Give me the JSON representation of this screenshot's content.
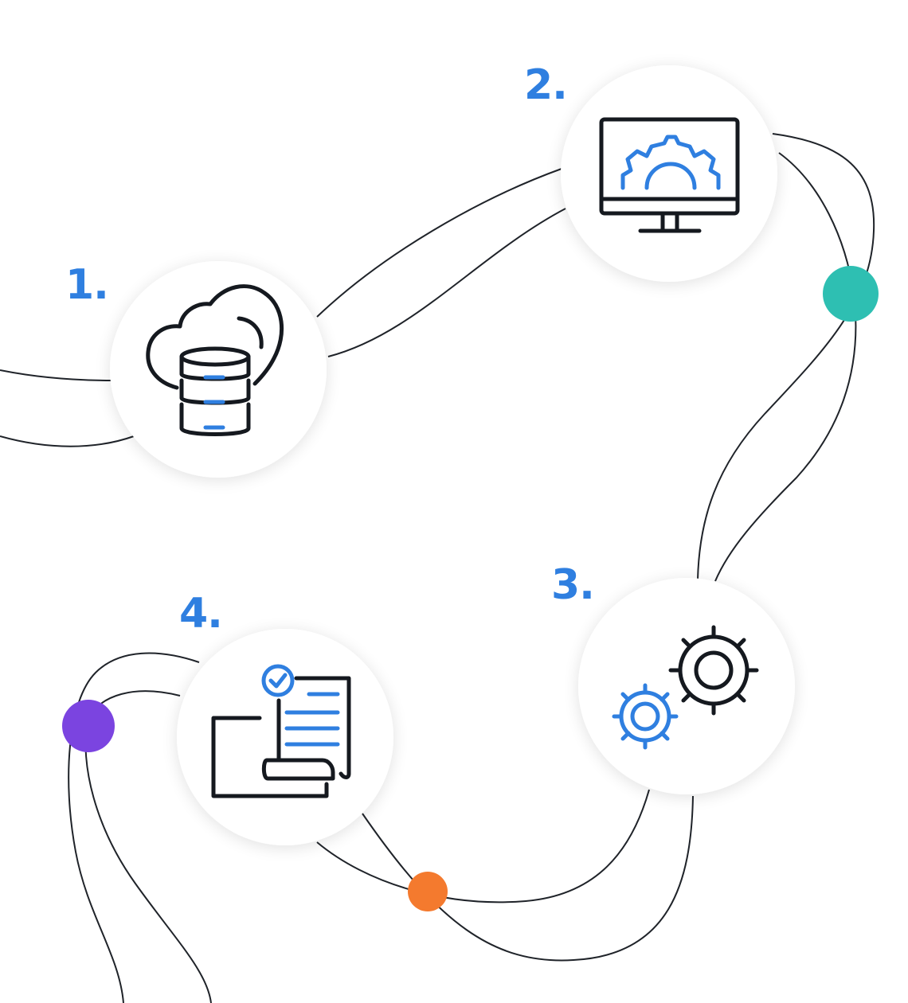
{
  "steps": [
    {
      "number": "1.",
      "icon": "cloud-database-icon"
    },
    {
      "number": "2.",
      "icon": "monitor-gear-icon"
    },
    {
      "number": "3.",
      "icon": "gears-icon"
    },
    {
      "number": "4.",
      "icon": "folder-document-check-icon"
    }
  ],
  "colors": {
    "accent_blue": "#2f7fe0",
    "icon_dark": "#15191f",
    "line": "#1f2329",
    "dot_teal": "#2ebfb2",
    "dot_purple": "#7b44e0",
    "dot_orange": "#f47a2e"
  }
}
